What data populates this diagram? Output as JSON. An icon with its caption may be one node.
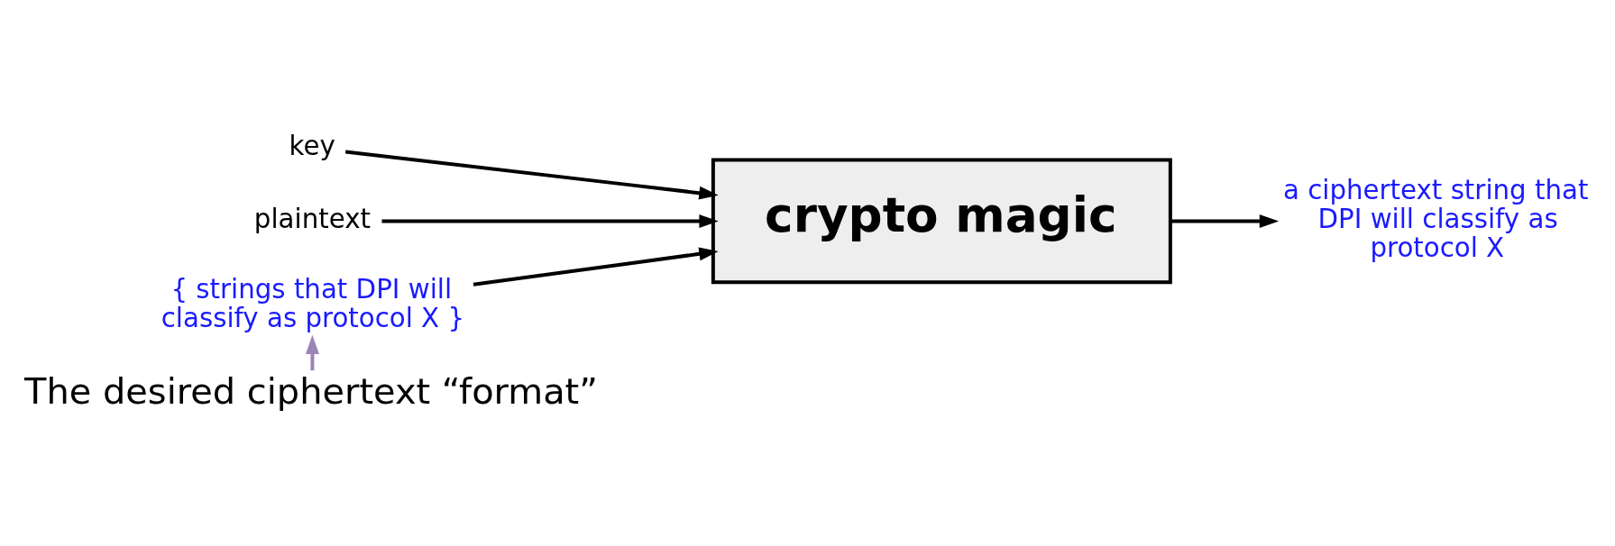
{
  "diagram": {
    "nodes": [
      {
        "text": [
          "key"
        ]
      },
      {
        "text": [
          "plaintext"
        ]
      },
      {
        "text": [
          "{ strings that DPI will classify as protocol X }"
        ]
      },
      {
        "text": [
          "crypto magic"
        ]
      },
      {
        "text": [
          "a ciphertext string that DPI will classify as protocol X"
        ]
      },
      {
        "text": [
          "The desired ciphertext “format”"
        ]
      }
    ],
    "edges": [
      {
        "from": 0,
        "to": 3,
        "arrow": "to"
      },
      {
        "from": 1,
        "to": 3,
        "arrow": "to"
      },
      {
        "from": 2,
        "to": 3,
        "arrow": "to"
      },
      {
        "from": 3,
        "to": 4,
        "arrow": "to"
      },
      {
        "from": 5,
        "to": 2,
        "arrow": "to",
        "color": "#9b84b8"
      }
    ]
  }
}
